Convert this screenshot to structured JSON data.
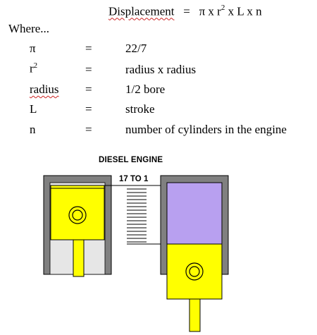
{
  "formula": {
    "lhs": "Displacement",
    "equals": "=",
    "pi": "π",
    "times1": "x",
    "r": "r",
    "r_exp": "2",
    "times2": "x",
    "L": "L",
    "times3": "x",
    "n": "n"
  },
  "where_label": "Where...",
  "definitions": [
    {
      "symbol": "π",
      "equals": "=",
      "value": "22/7"
    },
    {
      "symbol": "r",
      "symbol_exp": "2",
      "equals": "=",
      "value": "radius x radius"
    },
    {
      "symbol": "radius",
      "equals": "=",
      "value": "1/2 bore"
    },
    {
      "symbol": "L",
      "equals": "=",
      "value": "stroke"
    },
    {
      "symbol": "n",
      "equals": "=",
      "value": "number of cylinders in the engine"
    }
  ],
  "diagram": {
    "title": "DIESEL ENGINE",
    "compression_ratio": "17 TO 1",
    "colors": {
      "cylinder_wall": "#808080",
      "cylinder_bore": "#e6e6e6",
      "piston": "#ffff00",
      "compressed_charge": "#b8a0f0",
      "line": "#000000"
    },
    "icons": [
      "piston-pin-icon",
      "connecting-rod-icon"
    ]
  }
}
